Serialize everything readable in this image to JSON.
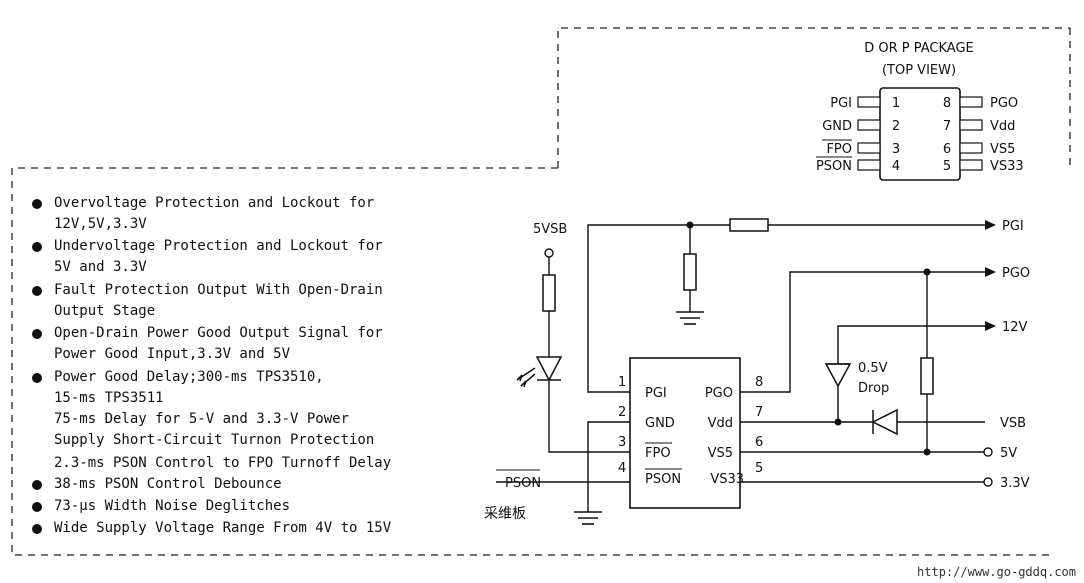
{
  "package": {
    "title": "D OR P PACKAGE",
    "subtitle": "(TOP VIEW)",
    "left_pins": [
      {
        "name": "PGI",
        "num": "1",
        "overline": false
      },
      {
        "name": "GND",
        "num": "2",
        "overline": false
      },
      {
        "name": "FPO",
        "num": "3",
        "overline": true
      },
      {
        "name": "PSON",
        "num": "4",
        "overline": true
      }
    ],
    "right_pins": [
      {
        "name": "PGO",
        "num": "8"
      },
      {
        "name": "Vdd",
        "num": "7"
      },
      {
        "name": "VS5",
        "num": "6"
      },
      {
        "name": "VS33",
        "num": "5"
      }
    ]
  },
  "features": [
    {
      "lines": [
        "Overvoltage Protection and Lockout for",
        "12V,5V,3.3V"
      ]
    },
    {
      "lines": [
        "Undervoltage Protection and Lockout for",
        "5V and 3.3V"
      ]
    },
    {
      "lines": [
        "Fault Protection Output With Open-Drain",
        "Output Stage"
      ]
    },
    {
      "lines": [
        "Open-Drain Power Good Output Signal for",
        "Power Good Input,3.3V and 5V"
      ]
    },
    {
      "lines": [
        "Power Good Delay;300-ms TPS3510,",
        "15-ms TPS3511",
        "75-ms Delay for 5-V and 3.3-V Power",
        "Supply Short-Circuit Turnon Protection"
      ]
    },
    {
      "lines": [
        "2.3-ms PSON Control to FPO Turnoff Delay"
      ]
    },
    {
      "lines": [
        "38-ms PSON Control Debounce"
      ]
    },
    {
      "lines": [
        "73-μs Width Noise Deglitches"
      ]
    },
    {
      "lines": [
        "Wide Supply Voltage Range From 4V to 15V"
      ]
    }
  ],
  "schematic": {
    "supply_label": "5VSB",
    "ic_pins_left": [
      {
        "num": "1",
        "name": "PGI"
      },
      {
        "num": "2",
        "name": "GND"
      },
      {
        "num": "3",
        "name": "FPO"
      },
      {
        "num": "4",
        "name": "PSON"
      }
    ],
    "ic_pins_right": [
      {
        "num": "8",
        "name": "PGO"
      },
      {
        "num": "7",
        "name": "Vdd"
      },
      {
        "num": "6",
        "name": "VS5"
      },
      {
        "num": "5",
        "name": "VS33"
      }
    ],
    "outputs": {
      "pgi": "PGI",
      "pgo": "PGO",
      "v12": "12V",
      "vsb": "VSB",
      "v5": "5V",
      "v33": "3.3V"
    },
    "diode_label_1": "0.5V",
    "diode_label_2": "Drop",
    "pson_input": "PSON",
    "board_label": "采维板"
  },
  "footer_url": "http://www.go-gddq.com"
}
